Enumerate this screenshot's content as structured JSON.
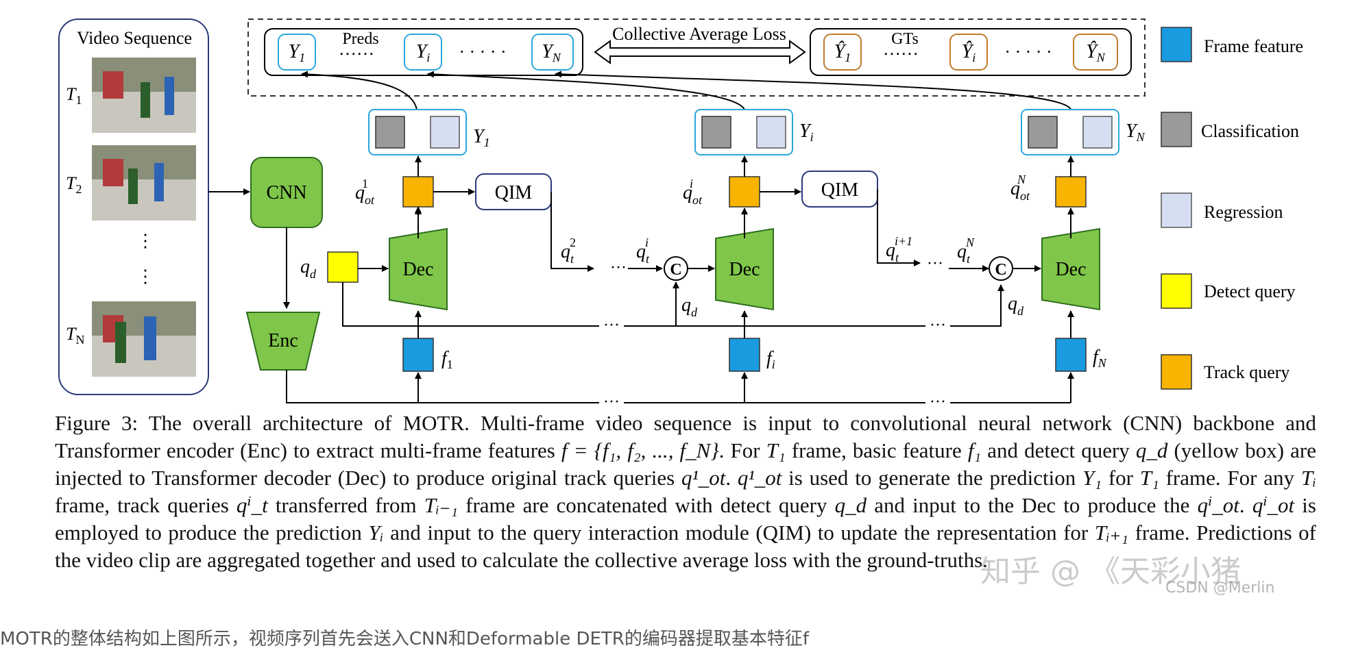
{
  "diagram": {
    "video_sequence_label": "Video Sequence",
    "frames": [
      "T",
      "T",
      "T"
    ],
    "frame_subs": [
      "1",
      "2",
      "N"
    ],
    "cnn": "CNN",
    "enc": "Enc",
    "dec": "Dec",
    "qim": "QIM",
    "preds_label": "Preds",
    "gts_label": "GTs",
    "collective_loss_label": "Collective Average Loss",
    "dots": "……",
    "ellipsis": "···",
    "concat_symbol": "C",
    "legend": [
      {
        "label": "Frame feature",
        "color": "#1a9be0"
      },
      {
        "label": "Classification",
        "color": "#9a9a9a"
      },
      {
        "label": "Regression",
        "color": "#d6dff2"
      },
      {
        "label": "Detect query",
        "color": "#ffff00"
      },
      {
        "label": "Track query",
        "color": "#f8b400"
      }
    ]
  },
  "caption": {
    "p1": "Figure 3: The overall architecture of MOTR. Multi-frame video sequence is input to convolutional neural network (CNN) backbone and Transformer encoder (Enc) to extract multi-frame features ",
    "m1": "f = {f₁, f₂, ..., f_N}",
    "p2": ". For ",
    "m2": "T₁",
    "p3": " frame, basic feature ",
    "m3": "f₁",
    "p4": " and detect query ",
    "m4": "q_d",
    "p5": " (yellow box) are injected to Transformer decoder (Dec) to produce original track queries ",
    "m5": "q¹_ot",
    "p6": ". ",
    "m6": "q¹_ot",
    "p7": " is used to generate the prediction ",
    "m7": "Y₁",
    "p8": " for ",
    "m8": "T₁",
    "p9": " frame. For any ",
    "m9": "Tᵢ",
    "p10": " frame, track queries ",
    "m10": "qⁱ_t",
    "p11": " transferred from ",
    "m11": "Tᵢ₋₁",
    "p12": " frame are concatenated with detect query ",
    "m12": "q_d",
    "p13": " and input to the Dec to produce the ",
    "m13": "qⁱ_ot",
    "p14": ". ",
    "m14": "qⁱ_ot",
    "p15": " is employed to produce the prediction ",
    "m15": "Yᵢ",
    "p16": " and input to the query interaction module (QIM) to update the representation for ",
    "m16": "Tᵢ₊₁",
    "p17": " frame. Predictions of the video clip are aggregated together and used to calculate the collective average loss with the ground-truths."
  },
  "bottom_text": "MOTR的整体结构如上图所示，视频序列首先会送入CNN和Deformable DETR的编码器提取基本特征f",
  "watermark": "知乎 @ 《天彩小猪",
  "watermark_small": "CSDN @Merlin"
}
